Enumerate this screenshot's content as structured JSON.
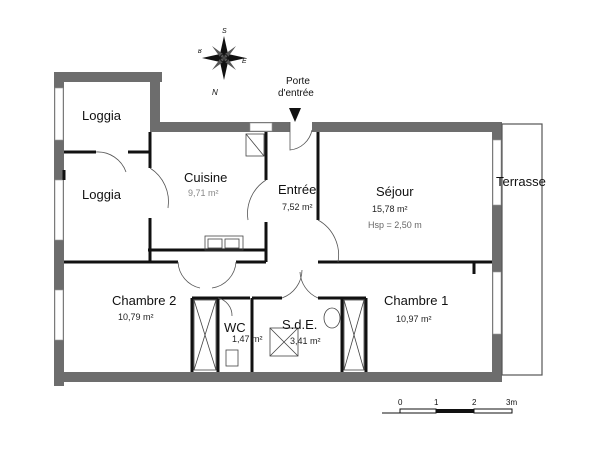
{
  "compass": {
    "north": "N",
    "south": "S",
    "east": "E",
    "west": "ʁ"
  },
  "entrance": {
    "line1": "Porte",
    "line2": "d'entrée"
  },
  "rooms": {
    "loggia_top": {
      "name": "Loggia"
    },
    "loggia_bottom": {
      "name": "Loggia"
    },
    "cuisine": {
      "name": "Cuisine",
      "area": "9,71 m²"
    },
    "entree": {
      "name": "Entrée",
      "area": "7,52 m²"
    },
    "sejour": {
      "name": "Séjour",
      "area": "15,78 m²",
      "height": "Hsp = 2,50 m"
    },
    "terrasse": {
      "name": "Terrasse"
    },
    "chambre2": {
      "name": "Chambre 2",
      "area": "10,79 m²"
    },
    "wc": {
      "name": "WC",
      "area": "1,47 m²"
    },
    "sde": {
      "name": "S.d.E.",
      "area": "3,41 m²"
    },
    "chambre1": {
      "name": "Chambre 1",
      "area": "10,97 m²"
    }
  },
  "scale": {
    "ticks": [
      "0",
      "1",
      "2",
      "3m"
    ]
  },
  "colors": {
    "wall": "#6d6d6d",
    "line": "#111111"
  }
}
